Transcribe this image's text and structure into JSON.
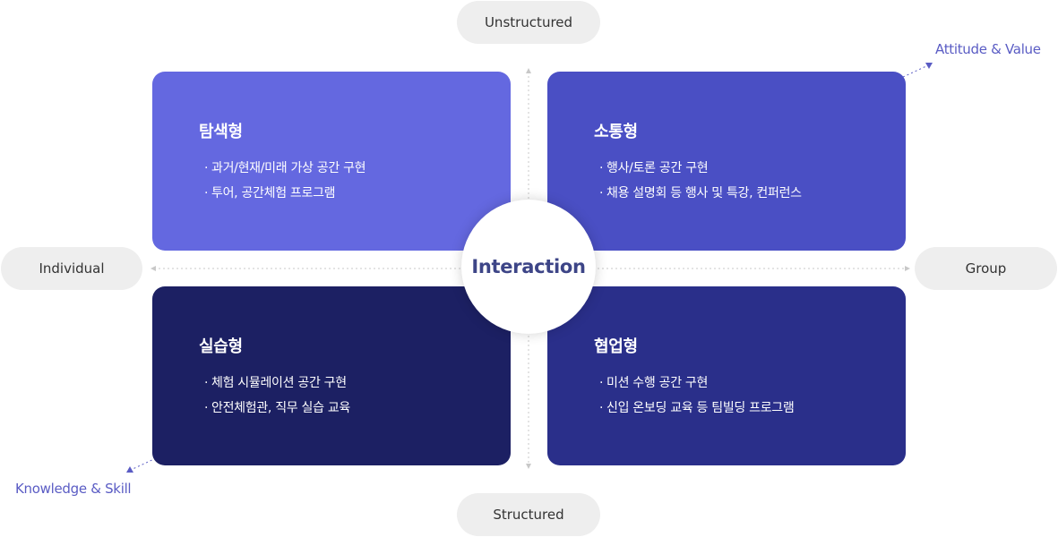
{
  "axes": {
    "top": "Unstructured",
    "bottom": "Structured",
    "left": "Individual",
    "right": "Group"
  },
  "center": "Interaction",
  "corners": {
    "top_right": "Attitude & Value",
    "bottom_left": "Knowledge & Skill"
  },
  "quadrants": {
    "top_left": {
      "title": "탐색형",
      "items": [
        "과거/현재/미래 가상 공간 구현",
        "투어, 공간체험 프로그램"
      ]
    },
    "top_right": {
      "title": "소통형",
      "items": [
        "행사/토론 공간 구현",
        "채용 설명회 등 행사 및 특강, 컨퍼런스"
      ]
    },
    "bottom_left": {
      "title": "실습형",
      "items": [
        "체험 시뮬레이션 공간 구현",
        "안전체험관, 직무 실습 교육"
      ]
    },
    "bottom_right": {
      "title": "협업형",
      "items": [
        "미션 수행 공간 구현",
        "신입 온보딩 교육 등 팀빌딩 프로그램"
      ]
    }
  },
  "bullet": "·",
  "colors": {
    "top_left": "#6468e0",
    "top_right": "#4a4fc4",
    "bottom_left": "#1c2063",
    "bottom_right": "#2a2f8a",
    "accent": "#5a5cc4",
    "pill_bg": "#eeeeee"
  }
}
